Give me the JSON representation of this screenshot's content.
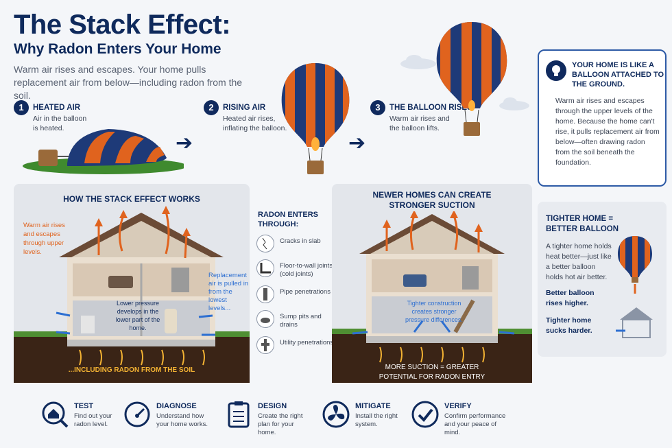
{
  "header": {
    "title": "The Stack Effect:",
    "subtitle": "Why Radon Enters Your Home",
    "intro": "Warm air rises and escapes. Your home pulls replacement air from below—including radon from the soil."
  },
  "steps": [
    {
      "num": "1",
      "title": "HEATED AIR",
      "text": "Air in the balloon is heated."
    },
    {
      "num": "2",
      "title": "RISING AIR",
      "text": "Heated air rises, inflating the balloon."
    },
    {
      "num": "3",
      "title": "THE BALLOON RISES",
      "text": "Warm air rises and the balloon lifts."
    }
  ],
  "info_box": {
    "heading": "YOUR HOME IS LIKE A BALLOON ATTACHED TO THE GROUND.",
    "text": "Warm air rises and escapes through the upper levels of the home. Because the home can't rise, it pulls replacement air from below—often drawing radon from the soil beneath the foundation."
  },
  "stack_panel": {
    "heading": "HOW THE STACK EFFECT WORKS",
    "warm_air": "Warm air rises and escapes through upper levels.",
    "replacement": "Replacement air is pulled in from the lowest levels...",
    "low_pressure": "Lower pressure develops in the lower part of the home.",
    "soil": "...INCLUDING RADON FROM THE SOIL"
  },
  "radon_entry": {
    "heading": "RADON ENTERS THROUGH:",
    "items": [
      {
        "label": "Cracks in slab"
      },
      {
        "label": "Floor-to-wall joints (cold joints)"
      },
      {
        "label": "Pipe penetrations"
      },
      {
        "label": "Sump pits and drains"
      },
      {
        "label": "Utility penetrations"
      }
    ]
  },
  "newer_panel": {
    "heading": "NEWER HOMES CAN CREATE STRONGER SUCTION",
    "tighter": "Tighter construction creates stronger pressure differences.",
    "footer": "MORE SUCTION = GREATER POTENTIAL FOR RADON ENTRY"
  },
  "side_box": {
    "heading": "TIGHTER HOME = BETTER BALLOON",
    "text": "A tighter home holds heat better—just like a better balloon holds hot air better.",
    "line1": "Better balloon rises higher.",
    "line2": "Tighter home sucks harder."
  },
  "process": [
    {
      "icon": "house-magnifier-icon",
      "title": "TEST",
      "text": "Find out your radon level."
    },
    {
      "icon": "gauge-icon",
      "title": "DIAGNOSE",
      "text": "Understand how your home works."
    },
    {
      "icon": "clipboard-checklist-icon",
      "title": "DESIGN",
      "text": "Create the right plan for your home."
    },
    {
      "icon": "fan-icon",
      "title": "MITIGATE",
      "text": "Install the right system."
    },
    {
      "icon": "checkmark-icon",
      "title": "VERIFY",
      "text": "Confirm performance and your peace of mind."
    }
  ],
  "colors": {
    "navy": "#0f2a5c",
    "orange": "#e0631e",
    "blue_arrow": "#2d6fd1",
    "soil": "#3a2416"
  }
}
